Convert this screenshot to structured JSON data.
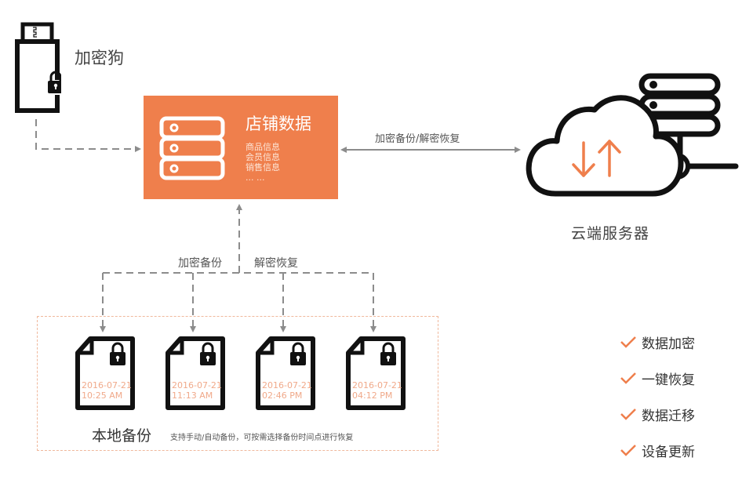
{
  "dongle": {
    "label": "加密狗",
    "icon": "usb-dongle-lock-icon"
  },
  "store": {
    "title": "店铺数据",
    "items": [
      "商品信息",
      "会员信息",
      "销售信息",
      "... ..."
    ],
    "icon": "server-stack-icon",
    "color": "#ef7f4c"
  },
  "cloud_link": {
    "label": "加密备份/解密恢复"
  },
  "cloud": {
    "label": "云端服务器",
    "icon": "cloud-server-icon",
    "arrow_color": "#ef7f4c"
  },
  "branch": {
    "backup_label": "加密备份",
    "restore_label": "解密恢复"
  },
  "local_backup": {
    "title": "本地备份",
    "description": "支持手动/自动备份，可按需选择备份时间点进行恢复",
    "files": [
      {
        "date": "2016-07-21",
        "time": "10:25 AM"
      },
      {
        "date": "2016-07-21",
        "time": "11:13 AM"
      },
      {
        "date": "2016-07-21",
        "time": "02:46 PM"
      },
      {
        "date": "2016-07-21",
        "time": "04:12 PM"
      }
    ]
  },
  "features": [
    "数据加密",
    "一键恢复",
    "数据迁移",
    "设备更新"
  ],
  "colors": {
    "accent": "#ef7f4c",
    "dash": "#8c8c8c",
    "local_border": "#f0b89c"
  }
}
